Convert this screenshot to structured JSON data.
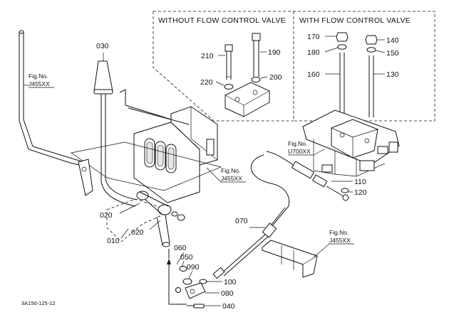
{
  "diagram": {
    "boxes": {
      "left_title": "WITHOUT FLOW CONTROL VALVE",
      "right_title": "WITH FLOW CONTROL VALVE"
    },
    "part_numbers": {
      "p030": "030",
      "p210": "210",
      "p190": "190",
      "p220": "220",
      "p200": "200",
      "p170": "170",
      "p180": "180",
      "p140": "140",
      "p150": "150",
      "p160": "160",
      "p130": "130",
      "p110": "110",
      "p120": "120",
      "p070": "070",
      "p020a": "020",
      "p020b": "020",
      "p010": "010",
      "p060": "060",
      "p050": "050",
      "p090": "090",
      "p100": "100",
      "p080": "080",
      "p040": "040"
    },
    "figure_refs": [
      {
        "prefix": "Fig.No.",
        "number": "J455XX"
      },
      {
        "prefix": "Fig.No.",
        "number": "J455XX"
      },
      {
        "prefix": "Fig.No.",
        "number": "U700XX"
      },
      {
        "prefix": "Fig.No.",
        "number": "J455XX"
      }
    ],
    "drawing_code": "3A150-125-12"
  }
}
